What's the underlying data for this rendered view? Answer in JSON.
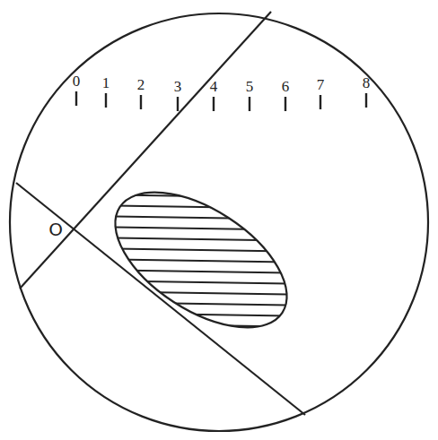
{
  "diagram": {
    "labels": [
      "0",
      "1",
      "2",
      "3",
      "4",
      "5",
      "6",
      "7",
      "8",
      "O"
    ]
  }
}
